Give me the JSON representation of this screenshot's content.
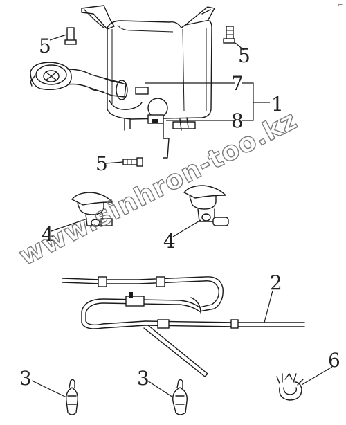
{
  "diagram": {
    "corner_mark": "⌐",
    "callouts": [
      {
        "id": "c5a",
        "label": "5"
      },
      {
        "id": "c5b",
        "label": "5"
      },
      {
        "id": "c7",
        "label": "7"
      },
      {
        "id": "c8",
        "label": "8"
      },
      {
        "id": "c1",
        "label": "1"
      },
      {
        "id": "c5c",
        "label": "5"
      },
      {
        "id": "c4a",
        "label": "4"
      },
      {
        "id": "c4b",
        "label": "4"
      },
      {
        "id": "c2",
        "label": "2"
      },
      {
        "id": "c3a",
        "label": "3"
      },
      {
        "id": "c3b",
        "label": "3"
      },
      {
        "id": "c6",
        "label": "6"
      }
    ],
    "watermark": "www.sinhron-too.kz"
  }
}
